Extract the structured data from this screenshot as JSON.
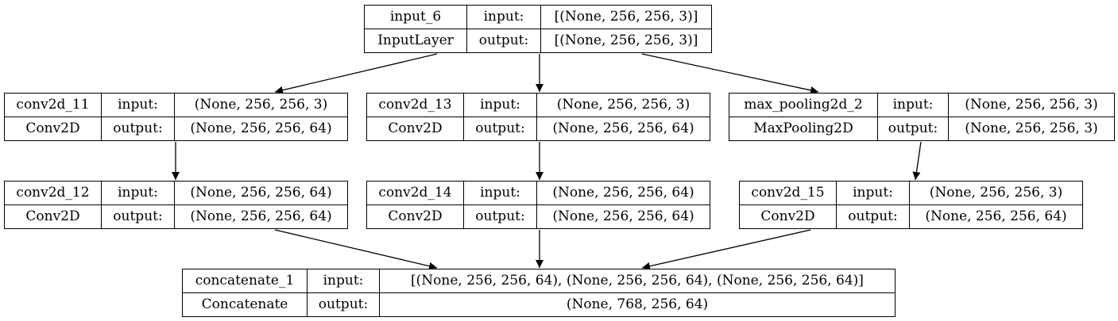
{
  "nodes": [
    {
      "id": "input_6",
      "name": "input_6",
      "type": "InputLayer",
      "input_label": "input:",
      "input": "[(None, 256, 256, 3)]",
      "output_label": "output:",
      "output": "[(None, 256, 256, 3)]"
    },
    {
      "id": "conv2d_11",
      "name": "conv2d_11",
      "type": "Conv2D",
      "input_label": "input:",
      "input": "(None, 256, 256, 3)",
      "output_label": "output:",
      "output": "(None, 256, 256, 64)"
    },
    {
      "id": "conv2d_13",
      "name": "conv2d_13",
      "type": "Conv2D",
      "input_label": "input:",
      "input": "(None, 256, 256, 3)",
      "output_label": "output:",
      "output": "(None, 256, 256, 64)"
    },
    {
      "id": "max_pooling2d_2",
      "name": "max_pooling2d_2",
      "type": "MaxPooling2D",
      "input_label": "input:",
      "input": "(None, 256, 256, 3)",
      "output_label": "output:",
      "output": "(None, 256, 256, 3)"
    },
    {
      "id": "conv2d_12",
      "name": "conv2d_12",
      "type": "Conv2D",
      "input_label": "input:",
      "input": "(None, 256, 256, 64)",
      "output_label": "output:",
      "output": "(None, 256, 256, 64)"
    },
    {
      "id": "conv2d_14",
      "name": "conv2d_14",
      "type": "Conv2D",
      "input_label": "input:",
      "input": "(None, 256, 256, 64)",
      "output_label": "output:",
      "output": "(None, 256, 256, 64)"
    },
    {
      "id": "conv2d_15",
      "name": "conv2d_15",
      "type": "Conv2D",
      "input_label": "input:",
      "input": "(None, 256, 256, 3)",
      "output_label": "output:",
      "output": "(None, 256, 256, 64)"
    },
    {
      "id": "concatenate_1",
      "name": "concatenate_1",
      "type": "Concatenate",
      "input_label": "input:",
      "input": "[(None, 256, 256, 64), (None, 256, 256, 64), (None, 256, 256, 64)]",
      "output_label": "output:",
      "output": "(None, 768, 256, 64)"
    }
  ],
  "edges": [
    {
      "from": "input_6",
      "to": "conv2d_11"
    },
    {
      "from": "input_6",
      "to": "conv2d_13"
    },
    {
      "from": "input_6",
      "to": "max_pooling2d_2"
    },
    {
      "from": "conv2d_11",
      "to": "conv2d_12"
    },
    {
      "from": "conv2d_13",
      "to": "conv2d_14"
    },
    {
      "from": "max_pooling2d_2",
      "to": "conv2d_15"
    },
    {
      "from": "conv2d_12",
      "to": "concatenate_1"
    },
    {
      "from": "conv2d_14",
      "to": "concatenate_1"
    },
    {
      "from": "conv2d_15",
      "to": "concatenate_1"
    }
  ]
}
